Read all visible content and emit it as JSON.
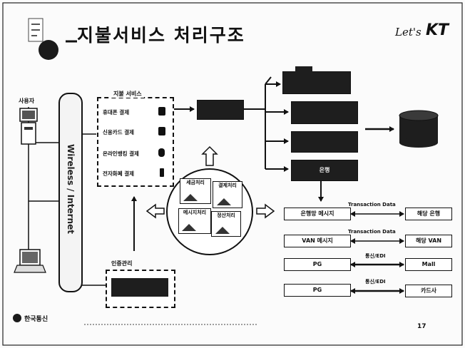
{
  "title": "지불서비스 처리구조",
  "brand": {
    "tagline": "Let's",
    "name": "KT",
    "subtitle": ""
  },
  "user": {
    "label": "사용자"
  },
  "network": {
    "label": "Wireless / Internet"
  },
  "payment_services": {
    "title": "지불 서비스",
    "items": [
      "휴대폰 결제",
      "신용카드 결제",
      "온라인뱅킹 결제",
      "전자화폐 결제"
    ]
  },
  "gateway": {
    "label": ""
  },
  "outputs": [
    "",
    "",
    "",
    "은행"
  ],
  "center_tiles": [
    "세금처리",
    "결제처리",
    "메시지처리",
    "정산처리"
  ],
  "auth": {
    "title": "인증관리",
    "box_label": ""
  },
  "connections": [
    {
      "left": "은행망 메시지",
      "link": "Transaction Data",
      "right": "해당 은행"
    },
    {
      "left": "VAN 메시지",
      "link": "Transaction Data",
      "right": "해당 VAN"
    },
    {
      "left": "PG",
      "link": "통신/EDI",
      "right": "Mall"
    },
    {
      "left": "PG",
      "link": "통신/EDI",
      "right": "카드사"
    }
  ],
  "footer": {
    "company": "한국통신",
    "page": "17"
  },
  "colors": {
    "dark_box": "#1e1e1e",
    "line": "#111111",
    "background": "#fbfbfb"
  },
  "icons": [
    "kt-globe-logo",
    "computer-icon",
    "laptop-icon",
    "database-icon",
    "document-tile-icon"
  ]
}
